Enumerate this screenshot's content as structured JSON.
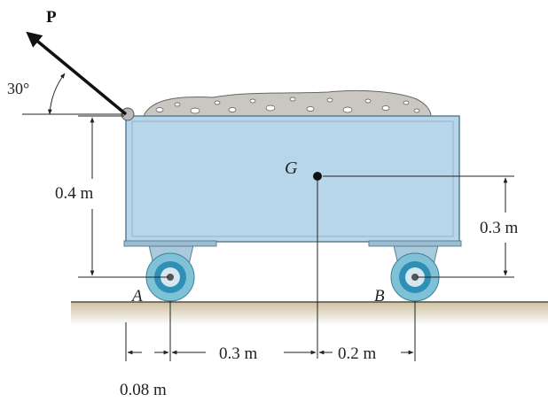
{
  "labels": {
    "force": "P",
    "angle": "30°",
    "center_of_gravity": "G",
    "point_a": "A",
    "point_b": "B",
    "height_cart": "0.4 m",
    "height_g": "0.3 m",
    "dist_a_to_g": "0.3 m",
    "dist_g_to_b": "0.2 m",
    "offset_a": "0.08 m"
  },
  "colors": {
    "cart_fill": "#b7d6ea",
    "cart_edge": "#5d7f95",
    "wheel_outer": "#7fc2d8",
    "wheel_inner": "#2f8fb5",
    "load": "#c9c7bf",
    "ground": "#d8cbb4"
  }
}
